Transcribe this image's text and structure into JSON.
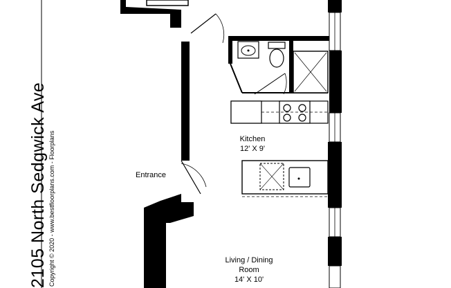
{
  "title": "2105 North Sedgwick Ave",
  "subtitle": "Copyright © 2020 - www.bestfloorplans.com - Floorplans",
  "rooms": {
    "kitchen": {
      "name": "Kitchen",
      "size": "12' X 9'"
    },
    "entrance": {
      "name": "Entrance"
    },
    "living": {
      "name": "Living / Dining",
      "name2": "Room",
      "size": "14' X 10'"
    }
  },
  "colors": {
    "wall": "#000000",
    "line": "#222222",
    "background": "#ffffff"
  }
}
